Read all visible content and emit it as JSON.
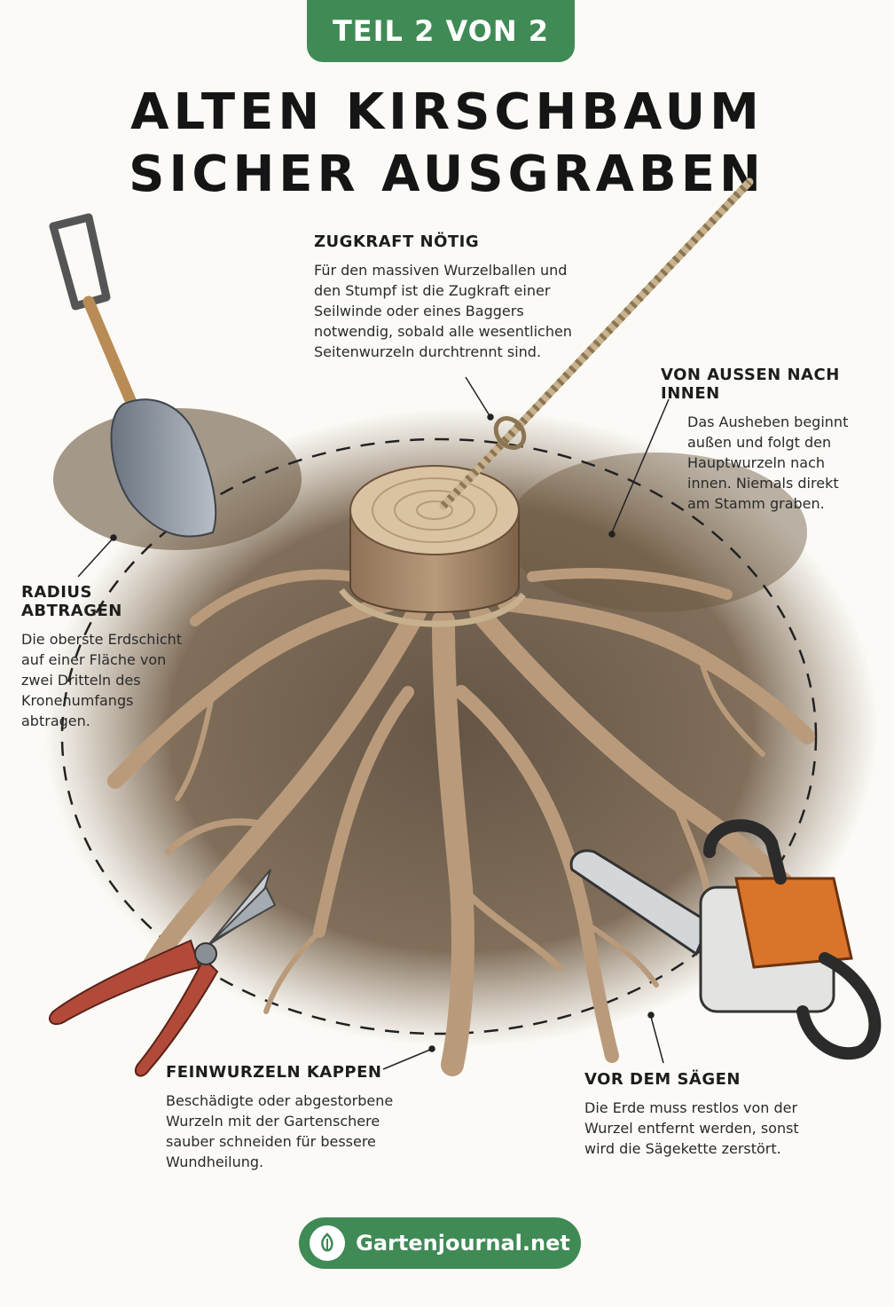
{
  "badge": "TEIL 2 VON 2",
  "title": {
    "line1": "ALTEN KIRSCHBAUM",
    "line2": "SICHER AUSGRABEN"
  },
  "notes": {
    "zugkraft": {
      "heading": "ZUGKRAFT NÖTIG",
      "text": "Für den massiven Wurzelballen und den Stumpf ist die Zugkraft einer Seilwinde oder eines Baggers notwendig, sobald alle wesentlichen Seitenwurzeln durchtrennt sind."
    },
    "aussen": {
      "heading": "VON AUSSEN NACH INNEN",
      "text": "Das Ausheben beginnt außen und folgt den Hauptwurzeln nach innen. Niemals direkt am Stamm graben."
    },
    "radius": {
      "heading": "RADIUS ABTRAGEN",
      "text": "Die oberste Erdschicht auf einer Fläche von zwei Dritteln des Kronenumfangs abtragen."
    },
    "feinwurzeln": {
      "heading": "FEINWURZELN KAPPEN",
      "text": "Beschädigte oder abgestorbene Wurzeln mit der Gartenschere sauber schneiden für bessere Wundheilung."
    },
    "saegen": {
      "heading": "VOR DEM SÄGEN",
      "text": "Die Erde muss restlos von der Wurzel entfernt werden, sonst wird die Sägekette zerstört."
    }
  },
  "footer": {
    "brand": "Gartenjournal.net",
    "logo_icon": "leaf-in-circle-icon"
  },
  "colors": {
    "accent_green": "#3f8a55",
    "soil": "#5a4632",
    "root": "#b99b7c",
    "chainsaw_orange": "#d9742a"
  }
}
